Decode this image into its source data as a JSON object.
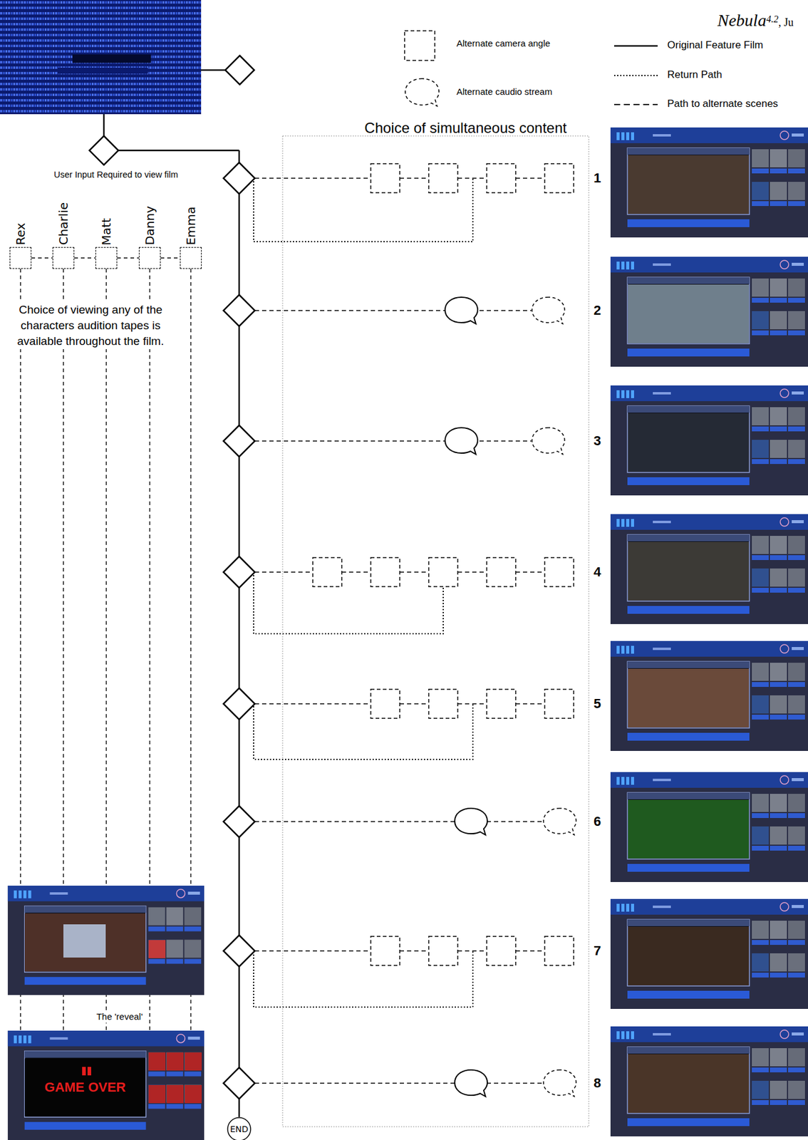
{
  "diagram": {
    "nodes": [
      {
        "text": [
          "Rex"
        ]
      },
      {
        "text": [
          "Charlie"
        ]
      },
      {
        "text": [
          "Matt"
        ]
      },
      {
        "text": [
          "Danny"
        ]
      },
      {
        "text": [
          "Emma"
        ]
      },
      {
        "text": [
          "END"
        ]
      }
    ],
    "edges": [
      {
        "from": 0,
        "to": 1,
        "arrow": "none"
      },
      {
        "from": 1,
        "to": 2,
        "arrow": "none"
      },
      {
        "from": 2,
        "to": 3,
        "arrow": "none"
      },
      {
        "from": 3,
        "to": 4,
        "arrow": "none"
      }
    ],
    "labels": [
      "Nebula",
      "4.2",
      ", Ju",
      "Choice of simultaneous content",
      "User Input Required to view film",
      "Choice of viewing any of the characters audition tapes is available throughout the film.",
      "1",
      "2",
      "3",
      "4",
      "5",
      "6",
      "7",
      "8",
      "The 'reveal'",
      "GAME OVER"
    ],
    "legend": [
      {
        "text": "Alternate camera angle"
      },
      {
        "text": "Alternate caudio stream"
      },
      {
        "text": "Original Feature Film"
      },
      {
        "text": "Return Path"
      },
      {
        "text": "Path to alternate scenes"
      }
    ]
  }
}
